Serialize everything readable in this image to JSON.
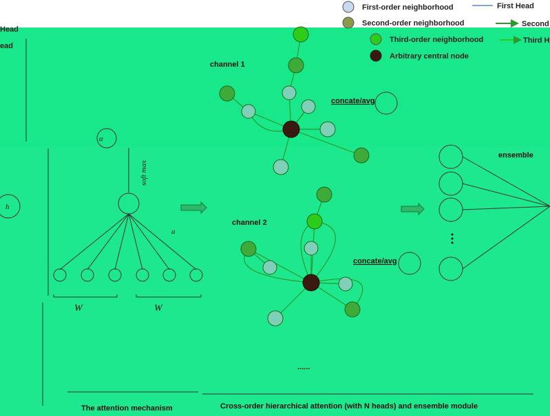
{
  "legend": {
    "first_order": "First-order neighborhood",
    "second_order": "Second-order neighborhood",
    "third_order": "Third-order neighborhood",
    "central": "Arbitrary central node",
    "first_head": "First Head",
    "second_head": "Second H",
    "third_head": "Third H"
  },
  "left_labels": {
    "head_top": "Head",
    "head_bottom": "ead"
  },
  "channel1": {
    "title": "channel 1",
    "concat": "concate/avg"
  },
  "channel2": {
    "title": "channel 2",
    "concat": "concate/avg"
  },
  "ensemble": "ensemble",
  "ellipsis_vertical": "•\n•\n•",
  "ellipsis_bottom": "......",
  "attention": {
    "softmax": "soft max",
    "a_vec": "a",
    "alpha": "α",
    "wk_hi": "W",
    "wk_hj": "W"
  },
  "captions": {
    "left": "The attention mechanism",
    "right": "Cross-order hierarchical attention (with N heads) and ensemble module"
  },
  "colors": {
    "first_order": "#c9d9f0",
    "second_order": "#8a9a4a",
    "third_order": "#2ecc1a",
    "central": "#3a1a10",
    "band": "#1ee88e",
    "green_dark": "#2a9a2a",
    "green_mid": "#42b84a"
  }
}
